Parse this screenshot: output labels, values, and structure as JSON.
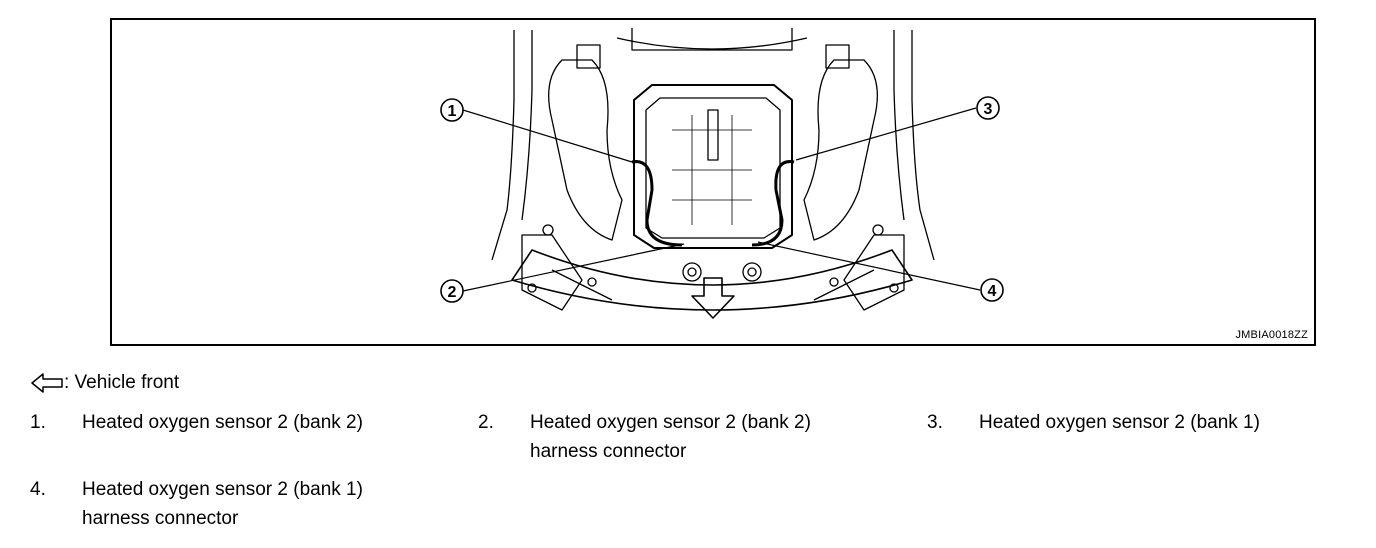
{
  "figure": {
    "code": "JMBIA0018ZZ",
    "callouts": [
      "1",
      "2",
      "3",
      "4"
    ]
  },
  "legend": {
    "front_icon": "hollow-left-arrow-icon",
    "front_text": ": Vehicle front"
  },
  "items": [
    {
      "num": "1.",
      "line1": "Heated oxygen sensor 2 (bank 2)",
      "line2": ""
    },
    {
      "num": "2.",
      "line1": "Heated oxygen sensor 2 (bank 2)",
      "line2": "harness connector"
    },
    {
      "num": "3.",
      "line1": "Heated oxygen sensor 2 (bank 1)",
      "line2": ""
    },
    {
      "num": "4.",
      "line1": "Heated oxygen sensor 2 (bank 1)",
      "line2": "harness connector"
    }
  ]
}
